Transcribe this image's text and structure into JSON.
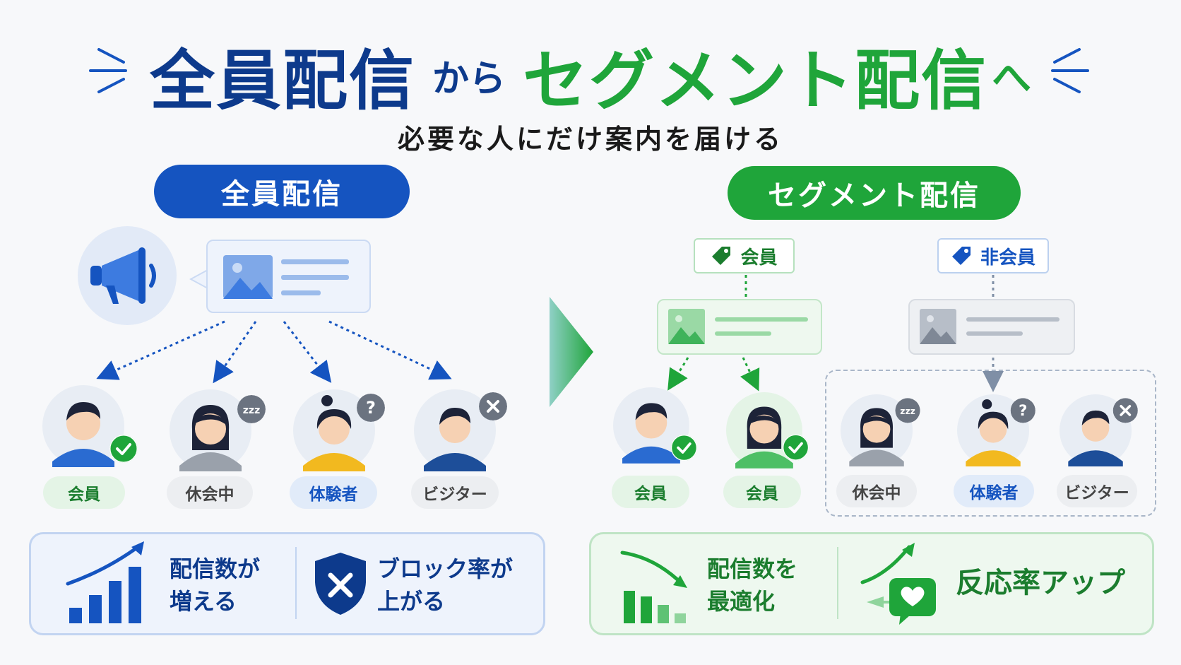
{
  "title": {
    "part1": "全員配信",
    "part2": "から",
    "part3": "セグメント配信",
    "part4": "へ"
  },
  "subtitle": "必要な人にだけ案内を届ける",
  "left": {
    "header": "全員配信",
    "people": [
      {
        "label": "会員",
        "status": "check"
      },
      {
        "label": "休会中",
        "status": "zzz"
      },
      {
        "label": "体験者",
        "status": "question"
      },
      {
        "label": "ビジター",
        "status": "cross"
      }
    ],
    "result1": "配信数が\n増える",
    "result2": "ブロック率が\n上がる"
  },
  "right": {
    "header": "セグメント配信",
    "tag_member": "会員",
    "tag_nonmember": "非会員",
    "members": [
      {
        "label": "会員",
        "status": "check"
      },
      {
        "label": "会員",
        "status": "check"
      }
    ],
    "nonmembers": [
      {
        "label": "休会中",
        "status": "zzz"
      },
      {
        "label": "体験者",
        "status": "question"
      },
      {
        "label": "ビジター",
        "status": "cross"
      }
    ],
    "result1": "配信数を\n最適化",
    "result2": "反応率アップ"
  },
  "colors": {
    "navy": "#0d3a8c",
    "blue": "#1554c0",
    "green": "#1fa53a",
    "dark_green": "#1b7d2e"
  },
  "icons": {
    "megaphone": "megaphone-icon",
    "image": "image-icon",
    "tag": "tag-icon",
    "check": "check-icon",
    "sleep": "sleep-icon",
    "question": "question-icon",
    "cross": "cross-icon",
    "chart_up": "chart-up-icon",
    "shield": "shield-x-icon",
    "chart_down": "chart-down-icon",
    "heart_chat": "heart-chat-icon",
    "arrow": "triangle-arrow-icon"
  }
}
